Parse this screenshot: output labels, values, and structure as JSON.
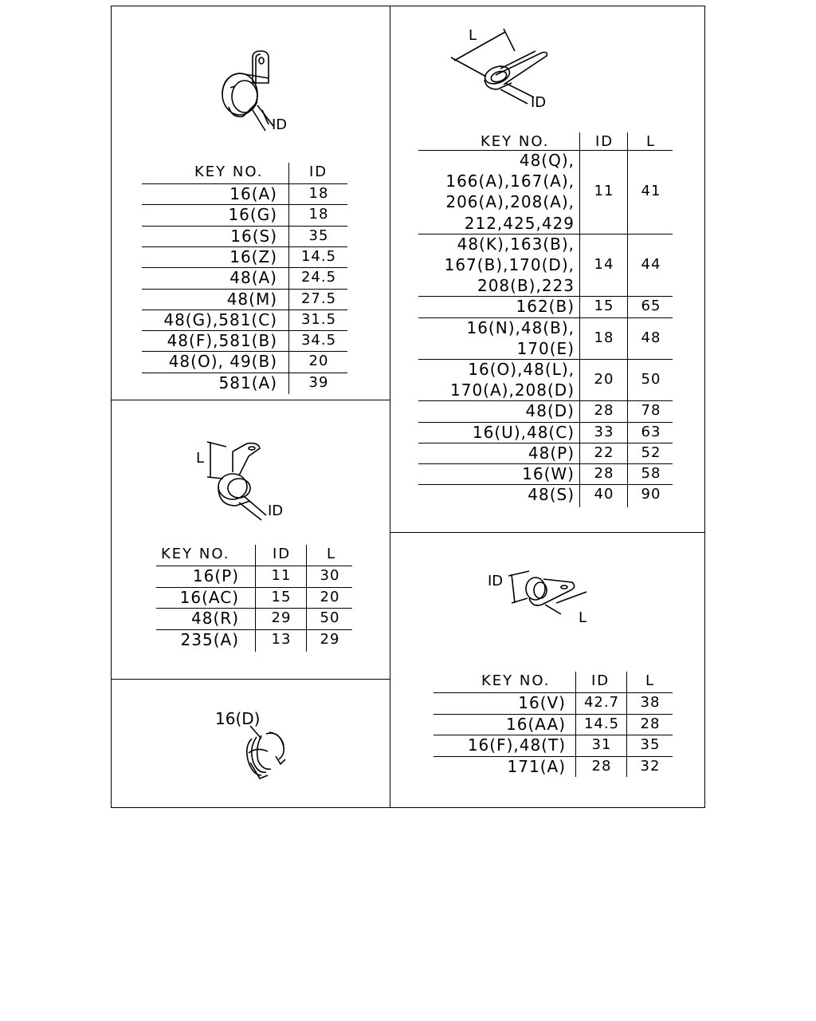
{
  "panel_a": {
    "label_id": "ID",
    "headers": {
      "key": "KEY NO.",
      "id": "ID"
    },
    "rows": [
      {
        "key": "16(A)",
        "id": "18"
      },
      {
        "key": "16(G)",
        "id": "18"
      },
      {
        "key": "16(S)",
        "id": "35"
      },
      {
        "key": "16(Z)",
        "id": "14.5"
      },
      {
        "key": "48(A)",
        "id": "24.5"
      },
      {
        "key": "48(M)",
        "id": "27.5"
      },
      {
        "key": "48(G),581(C)",
        "id": "31.5"
      },
      {
        "key": "48(F),581(B)",
        "id": "34.5"
      },
      {
        "key": "48(O), 49(B)",
        "id": "20"
      },
      {
        "key": "581(A)",
        "id": "39"
      }
    ]
  },
  "panel_b": {
    "label_id": "ID",
    "label_l": "L",
    "headers": {
      "key": "KEY NO.",
      "id": "ID",
      "l": "L"
    },
    "rows": [
      {
        "key": "16(P)",
        "id": "11",
        "l": "30"
      },
      {
        "key": "16(AC)",
        "id": "15",
        "l": "20"
      },
      {
        "key": "48(R)",
        "id": "29",
        "l": "50"
      },
      {
        "key": "235(A)",
        "id": "13",
        "l": "29"
      }
    ]
  },
  "panel_c": {
    "callout": "16(D)"
  },
  "panel_d": {
    "label_id": "ID",
    "label_l": "L",
    "headers": {
      "key": "KEY NO.",
      "id": "ID",
      "l": "L"
    },
    "rows": [
      {
        "key_lines": [
          "48(Q),",
          "166(A),167(A),",
          "206(A),208(A),",
          "212,425,429"
        ],
        "id": "11",
        "l": "41"
      },
      {
        "key_lines": [
          "48(K),163(B),",
          "167(B),170(D),",
          "208(B),223"
        ],
        "id": "14",
        "l": "44"
      },
      {
        "key_lines": [
          "162(B)"
        ],
        "id": "15",
        "l": "65"
      },
      {
        "key_lines": [
          "16(N),48(B),",
          "170(E)"
        ],
        "id": "18",
        "l": "48"
      },
      {
        "key_lines": [
          "16(O),48(L),",
          "170(A),208(D)"
        ],
        "id": "20",
        "l": "50"
      },
      {
        "key_lines": [
          "48(D)"
        ],
        "id": "28",
        "l": "78"
      },
      {
        "key_lines": [
          "16(U),48(C)"
        ],
        "id": "33",
        "l": "63"
      },
      {
        "key_lines": [
          "48(P)"
        ],
        "id": "22",
        "l": "52"
      },
      {
        "key_lines": [
          "16(W)"
        ],
        "id": "28",
        "l": "58"
      },
      {
        "key_lines": [
          "48(S)"
        ],
        "id": "40",
        "l": "90"
      }
    ]
  },
  "panel_e": {
    "label_id": "ID",
    "label_l": "L",
    "headers": {
      "key": "KEY NO.",
      "id": "ID",
      "l": "L"
    },
    "rows": [
      {
        "key": "16(V)",
        "id": "42.7",
        "l": "38"
      },
      {
        "key": "16(AA)",
        "id": "14.5",
        "l": "28"
      },
      {
        "key": "16(F),48(T)",
        "id": "31",
        "l": "35"
      },
      {
        "key": "171(A)",
        "id": "28",
        "l": "32"
      }
    ]
  }
}
